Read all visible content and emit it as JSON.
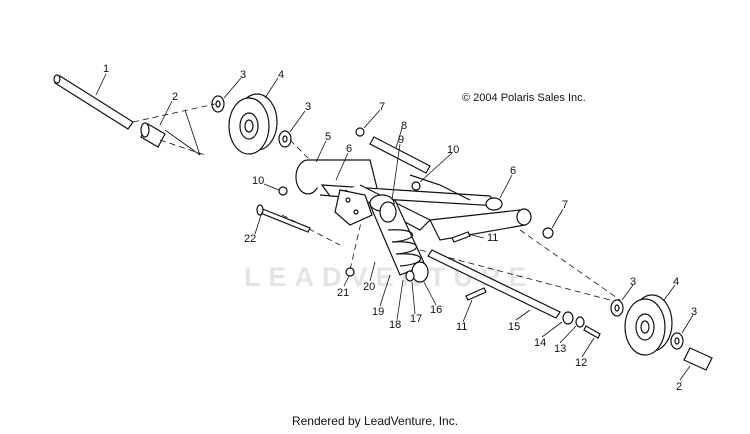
{
  "copyright": "© 2004 Polaris Sales Inc.",
  "footer": "Rendered by LeadVenture, Inc.",
  "watermark": "LEADVENTURE",
  "callouts": [
    "1",
    "2",
    "3",
    "4",
    "3",
    "7",
    "8",
    "5",
    "6",
    "9",
    "10",
    "10",
    "6",
    "22",
    "11",
    "7",
    "21",
    "20",
    "19",
    "18",
    "17",
    "16",
    "11",
    "15",
    "14",
    "13",
    "12",
    "3",
    "4",
    "3",
    "2"
  ]
}
